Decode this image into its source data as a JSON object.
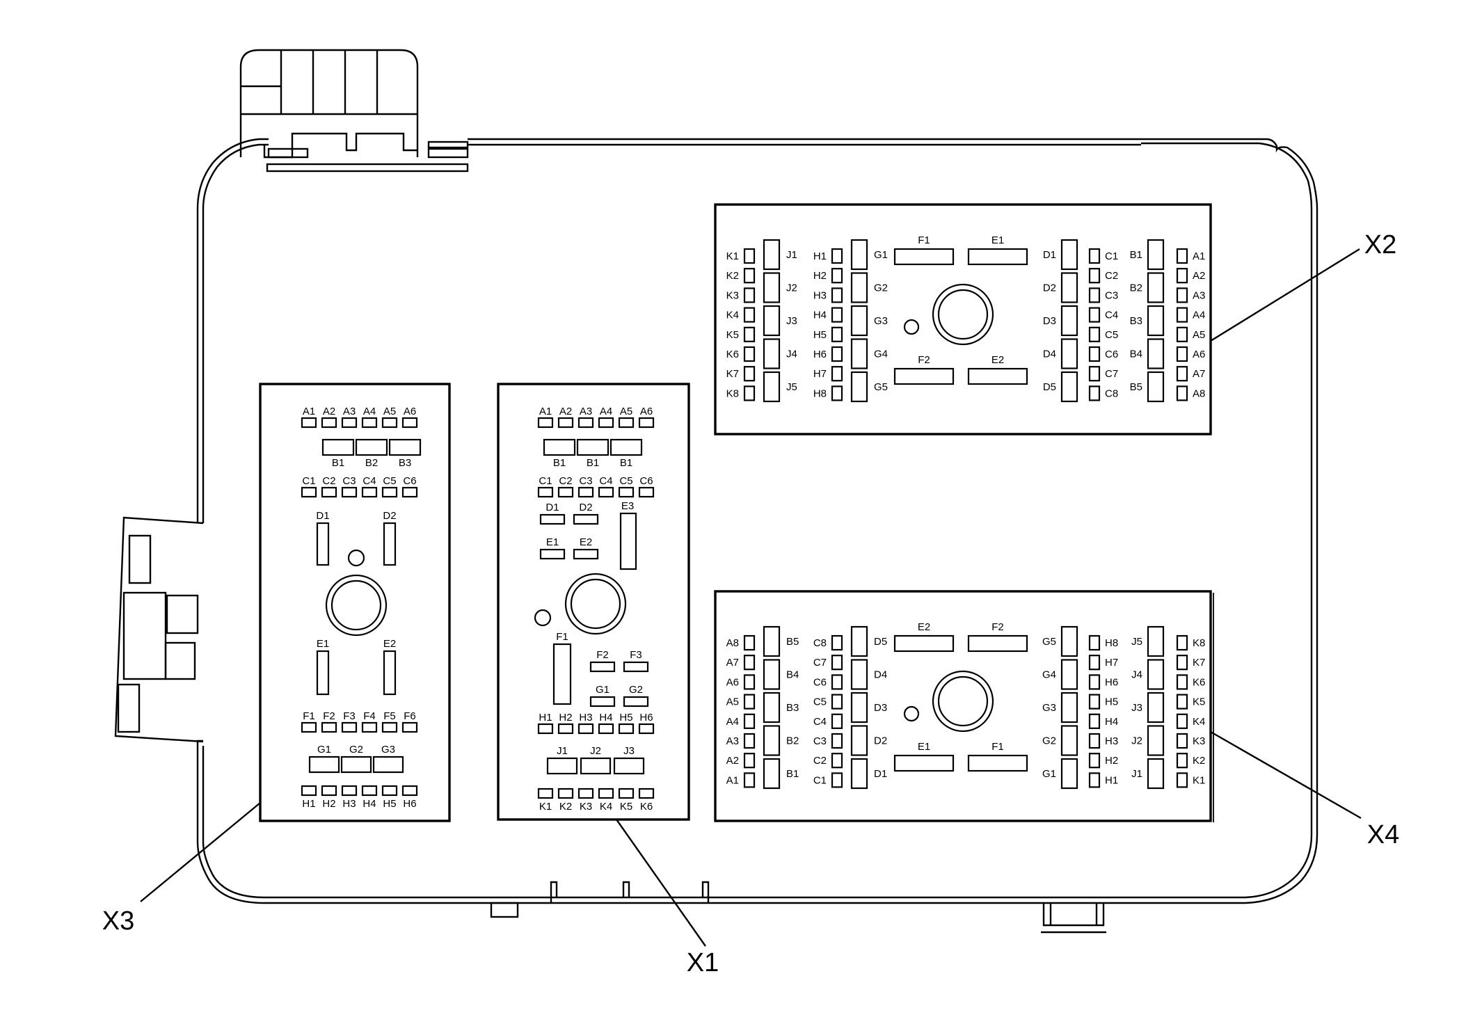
{
  "callouts": [
    {
      "id": "x1",
      "text": "X1"
    },
    {
      "id": "x2",
      "text": "X2"
    },
    {
      "id": "x3",
      "text": "X3"
    },
    {
      "id": "x4",
      "text": "X4"
    }
  ],
  "x3": {
    "row_a": [
      "A1",
      "A2",
      "A3",
      "A4",
      "A5",
      "A6"
    ],
    "row_b": [
      "B1",
      "B2",
      "B3"
    ],
    "row_c": [
      "C1",
      "C2",
      "C3",
      "C4",
      "C5",
      "C6"
    ],
    "d": [
      "D1",
      "D2"
    ],
    "e": [
      "E1",
      "E2"
    ],
    "row_f": [
      "F1",
      "F2",
      "F3",
      "F4",
      "F5",
      "F6"
    ],
    "row_g": [
      "G1",
      "G2",
      "G3"
    ],
    "row_h": [
      "H1",
      "H2",
      "H3",
      "H4",
      "H5",
      "H6"
    ]
  },
  "x1": {
    "row_a": [
      "A1",
      "A2",
      "A3",
      "A4",
      "A5",
      "A6"
    ],
    "row_b": [
      "B1",
      "B1",
      "B1"
    ],
    "row_c": [
      "C1",
      "C2",
      "C3",
      "C4",
      "C5",
      "C6"
    ],
    "d": [
      "D1",
      "D2"
    ],
    "e": [
      "E1",
      "E2"
    ],
    "e3": "E3",
    "f1": "F1",
    "f": [
      "F2",
      "F3"
    ],
    "g": [
      "G1",
      "G2"
    ],
    "row_h": [
      "H1",
      "H2",
      "H3",
      "H4",
      "H5",
      "H6"
    ],
    "row_j": [
      "J1",
      "J2",
      "J3"
    ],
    "row_k": [
      "K1",
      "K2",
      "K3",
      "K4",
      "K5",
      "K6"
    ]
  },
  "x2": {
    "k": [
      "K1",
      "K2",
      "K3",
      "K4",
      "K5",
      "K6",
      "K7",
      "K8"
    ],
    "j": [
      "J1",
      "J2",
      "J3",
      "J4",
      "J5"
    ],
    "h": [
      "H1",
      "H2",
      "H3",
      "H4",
      "H5",
      "H6",
      "H7",
      "H8"
    ],
    "g": [
      "G1",
      "G2",
      "G3",
      "G4",
      "G5"
    ],
    "top": [
      "F1",
      "E1"
    ],
    "bottom": [
      "F2",
      "E2"
    ],
    "d": [
      "D1",
      "D2",
      "D3",
      "D4",
      "D5"
    ],
    "c": [
      "C1",
      "C2",
      "C3",
      "C4",
      "C5",
      "C6",
      "C7",
      "C8"
    ],
    "b": [
      "B1",
      "B2",
      "B3",
      "B4",
      "B5"
    ],
    "a": [
      "A1",
      "A2",
      "A3",
      "A4",
      "A5",
      "A6",
      "A7",
      "A8"
    ]
  },
  "x4": {
    "a": [
      "A8",
      "A7",
      "A6",
      "A5",
      "A4",
      "A3",
      "A2",
      "A1"
    ],
    "b": [
      "B5",
      "B4",
      "B3",
      "B2",
      "B1"
    ],
    "c": [
      "C8",
      "C7",
      "C6",
      "C5",
      "C4",
      "C3",
      "C2",
      "C1"
    ],
    "d": [
      "D5",
      "D4",
      "D3",
      "D2",
      "D1"
    ],
    "top": [
      "E2",
      "F2"
    ],
    "bottom": [
      "E1",
      "F1"
    ],
    "g": [
      "G5",
      "G4",
      "G3",
      "G2",
      "G1"
    ],
    "h": [
      "H8",
      "H7",
      "H6",
      "H5",
      "H4",
      "H3",
      "H2",
      "H1"
    ],
    "j": [
      "J5",
      "J4",
      "J3",
      "J2",
      "J1"
    ],
    "k": [
      "K8",
      "K7",
      "K6",
      "K5",
      "K4",
      "K3",
      "K2",
      "K1"
    ]
  }
}
